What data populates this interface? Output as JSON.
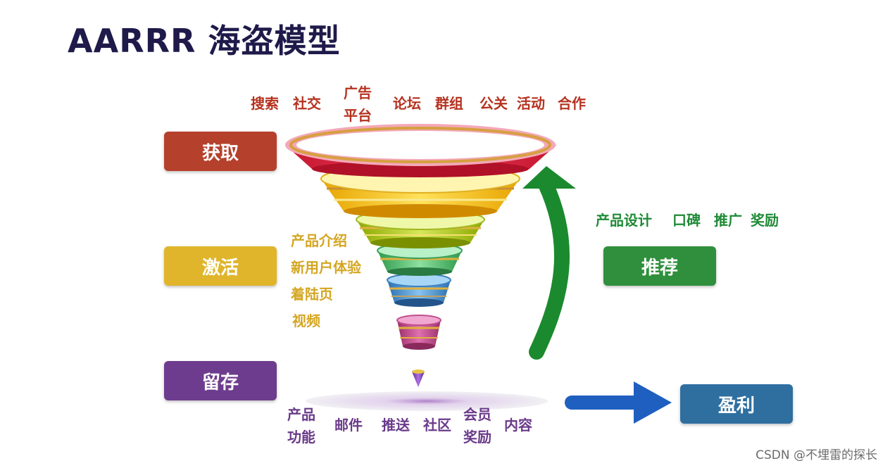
{
  "title": "AARRR 海盗模型",
  "stages": {
    "acquisition": {
      "label": "获取",
      "color": "#b5402c"
    },
    "activation": {
      "label": "激活",
      "color": "#e0b52c"
    },
    "retention": {
      "label": "留存",
      "color": "#6e3c8e"
    },
    "referral": {
      "label": "推荐",
      "color": "#2f8f3c"
    },
    "revenue": {
      "label": "盈利",
      "color": "#2f6fa0"
    }
  },
  "acquisition_channels": {
    "items": [
      "搜索",
      "社交",
      "广告",
      "平台",
      "论坛",
      "群组",
      "公关",
      "活动",
      "合作"
    ],
    "color": "#b5321f"
  },
  "activation_methods": {
    "items": [
      "产品介绍",
      "新用户体验",
      "着陆页",
      "视频"
    ],
    "color": "#d4a622"
  },
  "referral_methods": {
    "items": [
      "产品设计",
      "口碑",
      "推广",
      "奖励"
    ],
    "color": "#1f8a36"
  },
  "retention_methods": {
    "items": [
      "产品",
      "功能",
      "邮件",
      "推送",
      "社区",
      "会员",
      "奖励",
      "内容"
    ],
    "color": "#6a3a8a"
  },
  "arrows": {
    "referral_color": "#1b8a2e",
    "revenue_color": "#1f5fc0"
  },
  "watermark": "CSDN @不埋雷的探长"
}
